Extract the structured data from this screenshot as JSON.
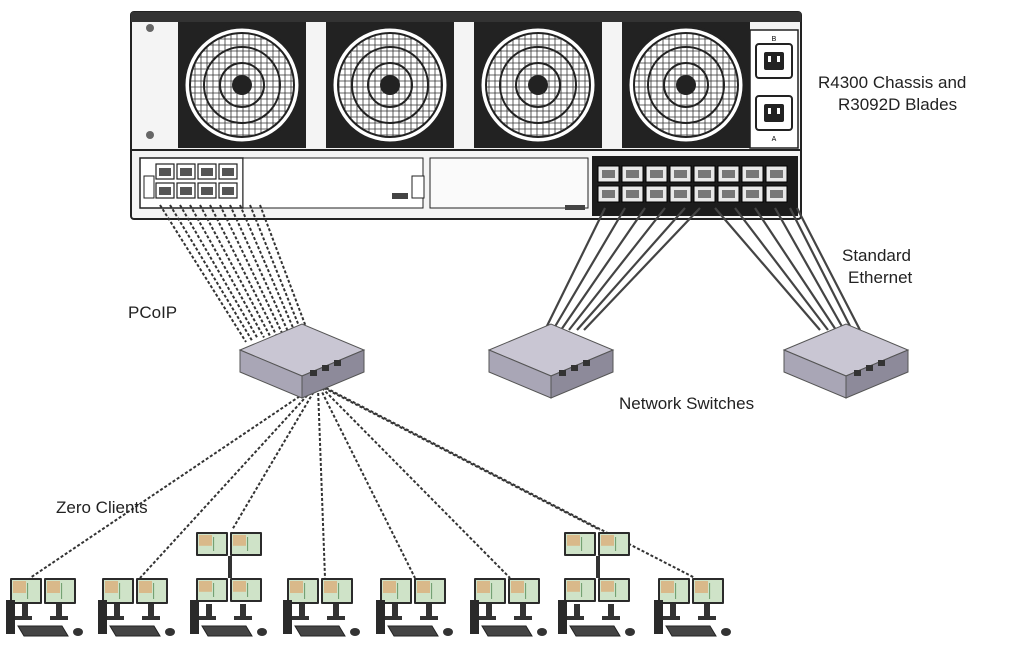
{
  "labels": {
    "chassis_line1": "R4300 Chassis and",
    "chassis_line2": "R3092D Blades",
    "standard_ethernet_line1": "Standard",
    "standard_ethernet_line2": "Ethernet",
    "pcoip": "PCoIP",
    "network_switches": "Network Switches",
    "zero_clients": "Zero Clients"
  },
  "chassis": {
    "fan_count": 4,
    "power_inlets": [
      "B",
      "A"
    ],
    "pcoip_port_count": 8,
    "ethernet_port_count": 16
  },
  "colors": {
    "chassis_body": "#f4f4f4",
    "chassis_outline": "#222222",
    "switch_top": "#c9c6d3",
    "switch_side": "#8d8a9a",
    "pcoip_cable": "#333333",
    "ethernet_cable": "#444444",
    "monitor_frame": "#2b2b2b",
    "monitor_screen": "#cfe3c8"
  },
  "zero_clients": {
    "count": 8,
    "layouts": [
      "dual",
      "dual",
      "quad",
      "dual",
      "dual",
      "dual",
      "quad",
      "dual"
    ]
  }
}
